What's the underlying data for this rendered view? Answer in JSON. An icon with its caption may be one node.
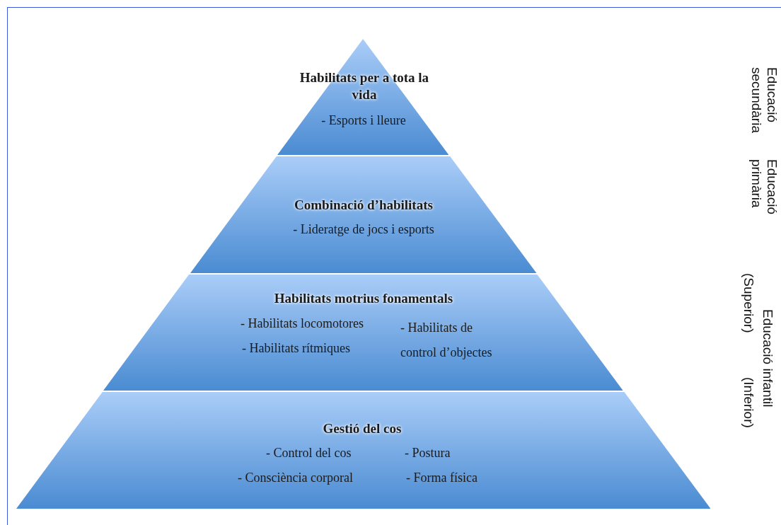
{
  "diagram": {
    "nodes": [
      {
        "text": [
          "Habilitats per a tota la vida",
          "- Esports i lleure"
        ]
      },
      {
        "text": [
          "Combinació d’habilitats",
          "- Lideratge de jocs i esports"
        ]
      },
      {
        "text": [
          "Habilitats motrius fonamentals",
          "- Habilitats locomotores",
          "- Habilitats rítmiques",
          "- Habilitats de control d’objectes"
        ]
      },
      {
        "text": [
          "Gestió del cos",
          "- Control del cos",
          "- Postura",
          "- Consciència corporal",
          "- Forma física"
        ]
      }
    ],
    "labels": [
      "Educació secundària",
      "Educació primària",
      "(Superior)",
      "Educació infantil",
      "(Inferior)"
    ]
  }
}
